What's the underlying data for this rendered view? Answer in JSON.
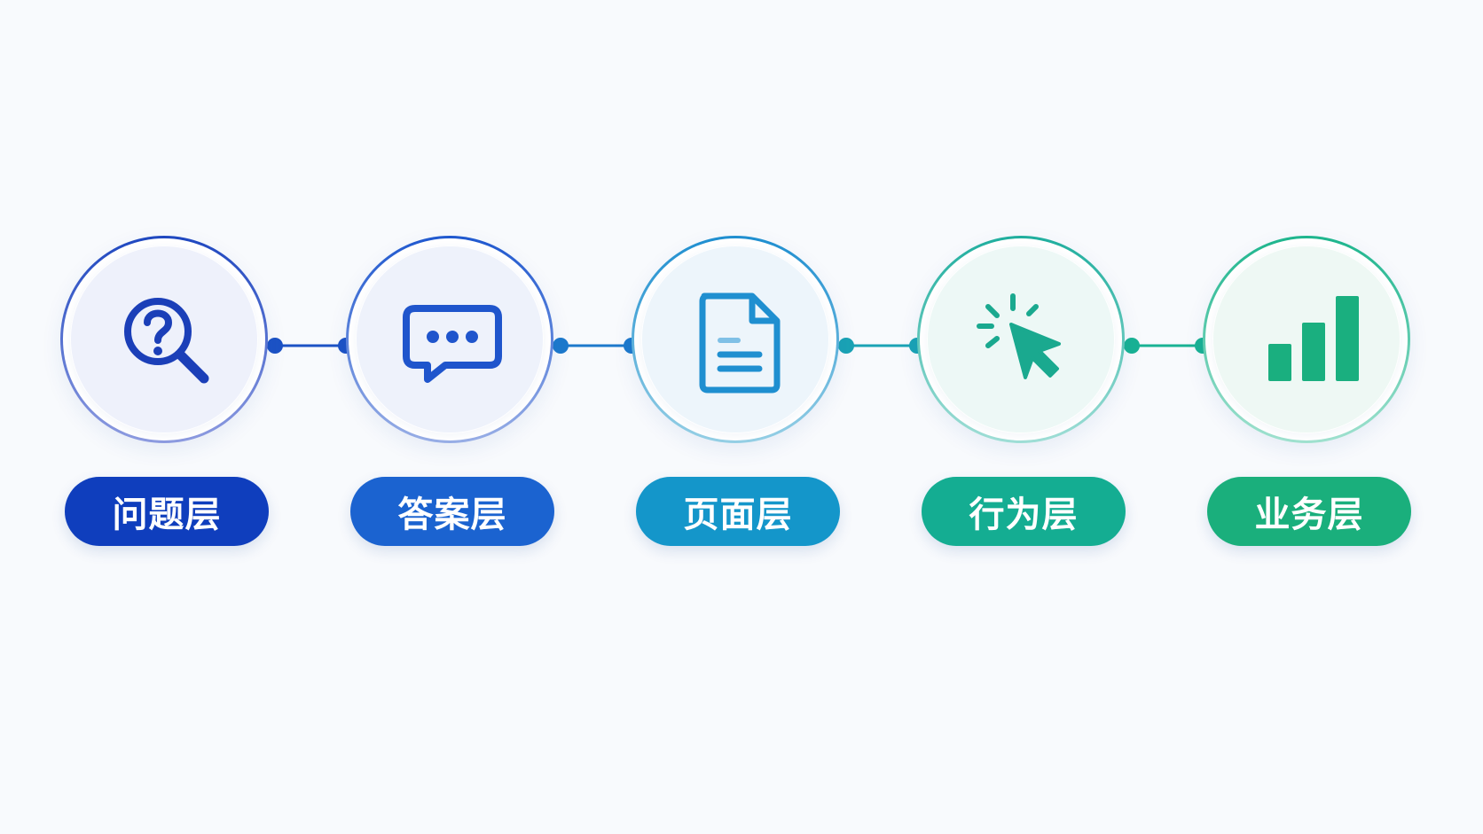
{
  "diagram": {
    "steps": [
      {
        "label": "问题层",
        "icon": "question-search-icon",
        "color": "#0f3ebd"
      },
      {
        "label": "答案层",
        "icon": "chat-bubble-icon",
        "color": "#1b63d0"
      },
      {
        "label": "页面层",
        "icon": "document-icon",
        "color": "#1496ca"
      },
      {
        "label": "行为层",
        "icon": "cursor-click-icon",
        "color": "#14ad92"
      },
      {
        "label": "业务层",
        "icon": "bar-chart-icon",
        "color": "#1aaf7c"
      }
    ],
    "connector_colors": [
      "#1c52c5",
      "#1d79cc",
      "#1aa3b5",
      "#19b294"
    ]
  }
}
